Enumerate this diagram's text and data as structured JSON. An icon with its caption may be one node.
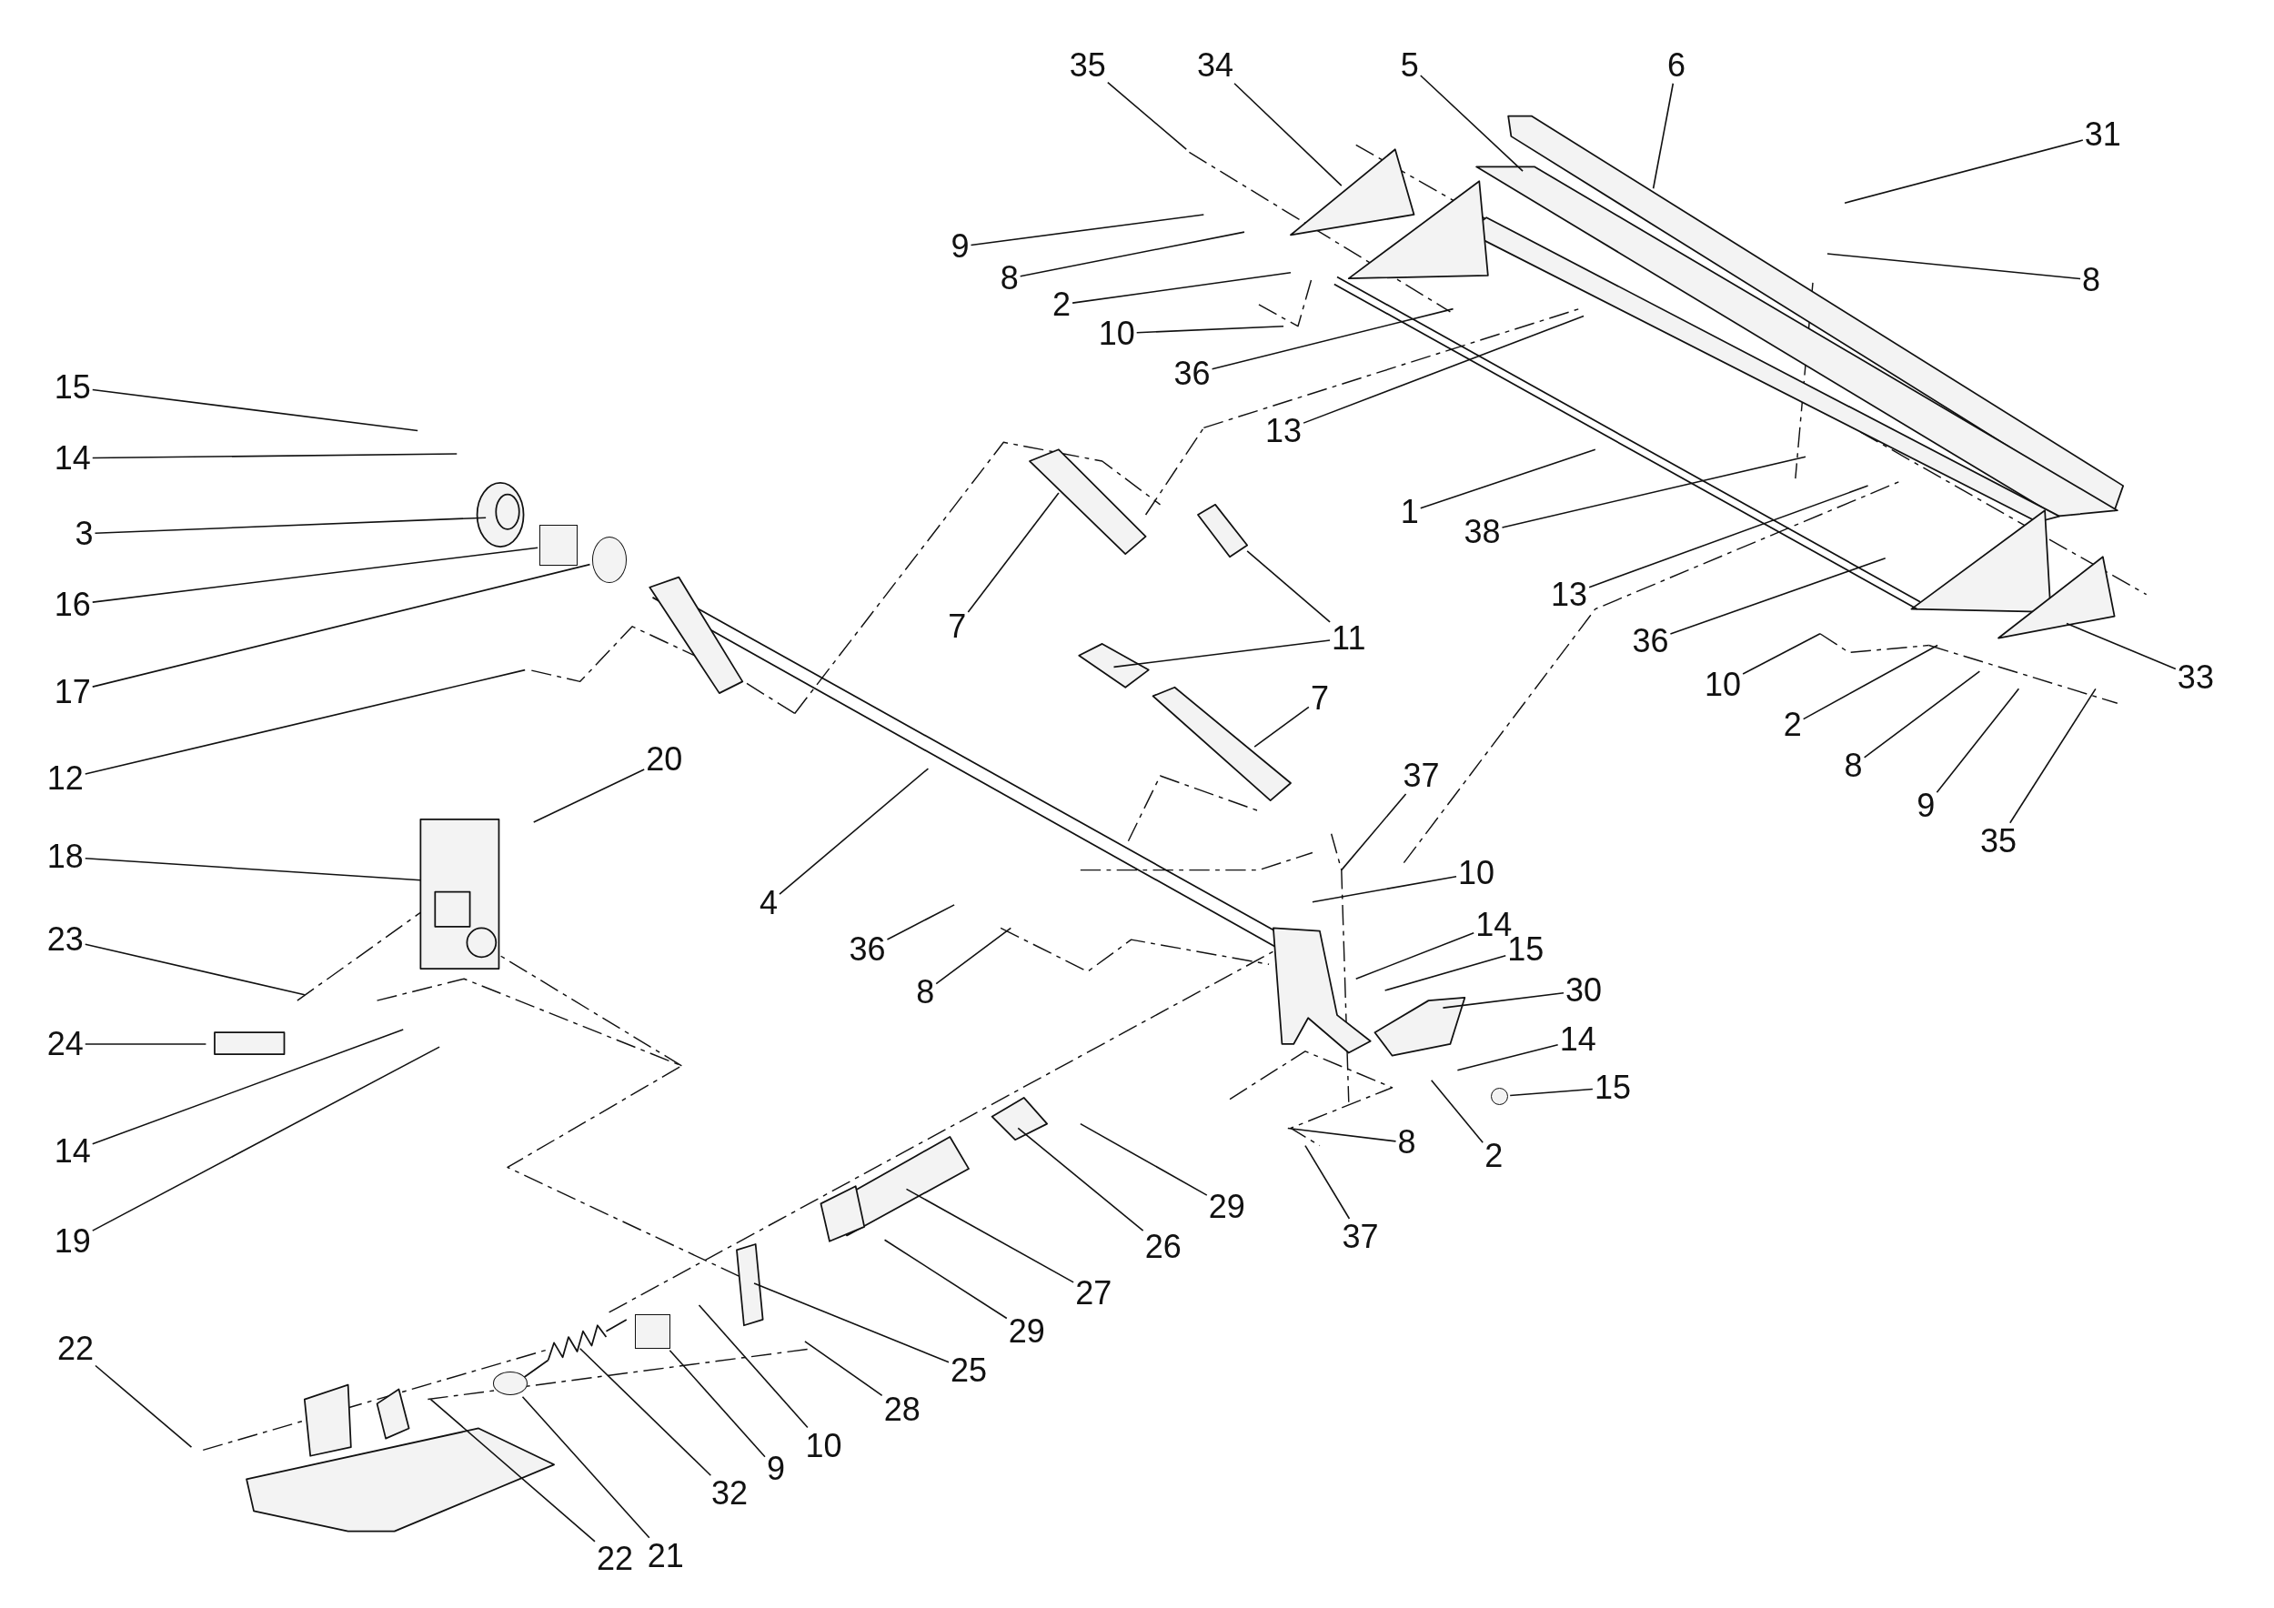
{
  "diagram": {
    "nodes": [
      {
        "text": [
          "35"
        ]
      },
      {
        "text": [
          "34"
        ]
      },
      {
        "text": [
          "5"
        ]
      },
      {
        "text": [
          "6"
        ]
      },
      {
        "text": [
          "31"
        ]
      },
      {
        "text": [
          "9"
        ]
      },
      {
        "text": [
          "8"
        ]
      },
      {
        "text": [
          "2"
        ]
      },
      {
        "text": [
          "8"
        ]
      },
      {
        "text": [
          "10"
        ]
      },
      {
        "text": [
          "36"
        ]
      },
      {
        "text": [
          "13"
        ]
      },
      {
        "text": [
          "15"
        ]
      },
      {
        "text": [
          "14"
        ]
      },
      {
        "text": [
          "1"
        ]
      },
      {
        "text": [
          "38"
        ]
      },
      {
        "text": [
          "3"
        ]
      },
      {
        "text": [
          "16"
        ]
      },
      {
        "text": [
          "13"
        ]
      },
      {
        "text": [
          "7"
        ]
      },
      {
        "text": [
          "11"
        ]
      },
      {
        "text": [
          "36"
        ]
      },
      {
        "text": [
          "33"
        ]
      },
      {
        "text": [
          "17"
        ]
      },
      {
        "text": [
          "10"
        ]
      },
      {
        "text": [
          "7"
        ]
      },
      {
        "text": [
          "2"
        ]
      },
      {
        "text": [
          "12"
        ]
      },
      {
        "text": [
          "8"
        ]
      },
      {
        "text": [
          "9"
        ]
      },
      {
        "text": [
          "35"
        ]
      },
      {
        "text": [
          "20"
        ]
      },
      {
        "text": [
          "37"
        ]
      },
      {
        "text": [
          "18"
        ]
      },
      {
        "text": [
          "4"
        ]
      },
      {
        "text": [
          "10"
        ]
      },
      {
        "text": [
          "36"
        ]
      },
      {
        "text": [
          "14"
        ]
      },
      {
        "text": [
          "15"
        ]
      },
      {
        "text": [
          "8"
        ]
      },
      {
        "text": [
          "23"
        ]
      },
      {
        "text": [
          "30"
        ]
      },
      {
        "text": [
          "24"
        ]
      },
      {
        "text": [
          "14"
        ]
      },
      {
        "text": [
          "15"
        ]
      },
      {
        "text": [
          "14"
        ]
      },
      {
        "text": [
          "8"
        ]
      },
      {
        "text": [
          "2"
        ]
      },
      {
        "text": [
          "29"
        ]
      },
      {
        "text": [
          "19"
        ]
      },
      {
        "text": [
          "37"
        ]
      },
      {
        "text": [
          "26"
        ]
      },
      {
        "text": [
          "27"
        ]
      },
      {
        "text": [
          "29"
        ]
      },
      {
        "text": [
          "25"
        ]
      },
      {
        "text": [
          "22"
        ]
      },
      {
        "text": [
          "28"
        ]
      },
      {
        "text": [
          "10"
        ]
      },
      {
        "text": [
          "9"
        ]
      },
      {
        "text": [
          "32"
        ]
      },
      {
        "text": [
          "21"
        ]
      },
      {
        "text": [
          "22"
        ]
      },
      {
        "text": [],
        "shape": "box"
      },
      {
        "text": [],
        "shape": "circle"
      },
      {
        "text": [],
        "shape": "box"
      },
      {
        "text": [],
        "shape": "circle"
      },
      {
        "text": [],
        "shape": "circle"
      }
    ],
    "edges": [
      {
        "from": 0,
        "to": null,
        "arrow": "none"
      },
      {
        "from": 1,
        "to": null,
        "arrow": "none"
      },
      {
        "from": 2,
        "to": null,
        "arrow": "none"
      },
      {
        "from": 3,
        "to": null,
        "arrow": "none"
      },
      {
        "from": 4,
        "to": null,
        "arrow": "none"
      },
      {
        "from": 5,
        "to": null,
        "arrow": "none"
      },
      {
        "from": 6,
        "to": null,
        "arrow": "none"
      },
      {
        "from": 7,
        "to": null,
        "arrow": "none"
      },
      {
        "from": 8,
        "to": null,
        "arrow": "none"
      },
      {
        "from": 9,
        "to": null,
        "arrow": "none"
      },
      {
        "from": 10,
        "to": null,
        "arrow": "none"
      },
      {
        "from": 11,
        "to": null,
        "arrow": "none"
      },
      {
        "from": 12,
        "to": null,
        "arrow": "none"
      },
      {
        "from": 13,
        "to": null,
        "arrow": "none"
      },
      {
        "from": 14,
        "to": null,
        "arrow": "none"
      },
      {
        "from": 15,
        "to": null,
        "arrow": "none"
      },
      {
        "from": 16,
        "to": null,
        "arrow": "none"
      },
      {
        "from": 17,
        "to": 62,
        "arrow": "none"
      },
      {
        "from": 18,
        "to": null,
        "arrow": "none"
      },
      {
        "from": 19,
        "to": null,
        "arrow": "none"
      },
      {
        "from": 20,
        "to": null,
        "arrow": "none"
      },
      {
        "from": 20,
        "to": null,
        "arrow": "none"
      },
      {
        "from": 21,
        "to": null,
        "arrow": "none"
      },
      {
        "from": 22,
        "to": null,
        "arrow": "none"
      },
      {
        "from": 23,
        "to": 63,
        "arrow": "none"
      },
      {
        "from": 24,
        "to": null,
        "arrow": "none"
      },
      {
        "from": 25,
        "to": null,
        "arrow": "none"
      },
      {
        "from": 26,
        "to": null,
        "arrow": "none"
      },
      {
        "from": 27,
        "to": null,
        "arrow": "none"
      },
      {
        "from": 28,
        "to": null,
        "arrow": "none"
      },
      {
        "from": 29,
        "to": null,
        "arrow": "none"
      },
      {
        "from": 30,
        "to": null,
        "arrow": "none"
      },
      {
        "from": 31,
        "to": null,
        "arrow": "none"
      },
      {
        "from": 32,
        "to": null,
        "arrow": "none"
      },
      {
        "from": 33,
        "to": null,
        "arrow": "none"
      },
      {
        "from": 34,
        "to": null,
        "arrow": "none"
      },
      {
        "from": 35,
        "to": null,
        "arrow": "none"
      },
      {
        "from": 36,
        "to": null,
        "arrow": "none"
      },
      {
        "from": 37,
        "to": null,
        "arrow": "none"
      },
      {
        "from": 38,
        "to": null,
        "arrow": "none"
      },
      {
        "from": 39,
        "to": null,
        "arrow": "none"
      },
      {
        "from": 40,
        "to": null,
        "arrow": "none"
      },
      {
        "from": 41,
        "to": null,
        "arrow": "none"
      },
      {
        "from": 42,
        "to": null,
        "arrow": "none"
      },
      {
        "from": 43,
        "to": null,
        "arrow": "none"
      },
      {
        "from": 44,
        "to": 66,
        "arrow": "none"
      },
      {
        "from": 45,
        "to": null,
        "arrow": "none"
      },
      {
        "from": 46,
        "to": null,
        "arrow": "none"
      },
      {
        "from": 47,
        "to": null,
        "arrow": "none"
      },
      {
        "from": 48,
        "to": null,
        "arrow": "none"
      },
      {
        "from": 49,
        "to": null,
        "arrow": "none"
      },
      {
        "from": 50,
        "to": null,
        "arrow": "none"
      },
      {
        "from": 51,
        "to": null,
        "arrow": "none"
      },
      {
        "from": 52,
        "to": null,
        "arrow": "none"
      },
      {
        "from": 53,
        "to": null,
        "arrow": "none"
      },
      {
        "from": 54,
        "to": null,
        "arrow": "none"
      },
      {
        "from": 55,
        "to": null,
        "arrow": "none"
      },
      {
        "from": 56,
        "to": null,
        "arrow": "none"
      },
      {
        "from": 57,
        "to": null,
        "arrow": "none"
      },
      {
        "from": 58,
        "to": 64,
        "arrow": "none"
      },
      {
        "from": 59,
        "to": null,
        "arrow": "none"
      },
      {
        "from": 60,
        "to": 65,
        "arrow": "none"
      },
      {
        "from": 61,
        "to": null,
        "arrow": "none"
      }
    ]
  }
}
